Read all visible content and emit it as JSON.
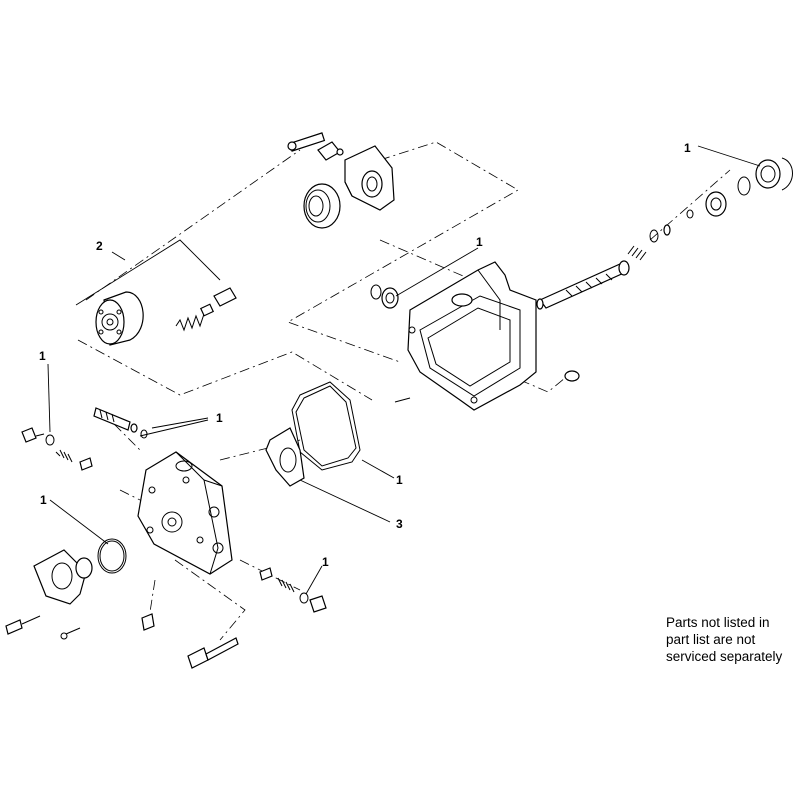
{
  "callouts": {
    "c1": "1",
    "c2": "2",
    "c3": "3"
  },
  "note": {
    "line1": "Parts not listed in",
    "line2": "part list are not",
    "line3": "serviced separately"
  }
}
